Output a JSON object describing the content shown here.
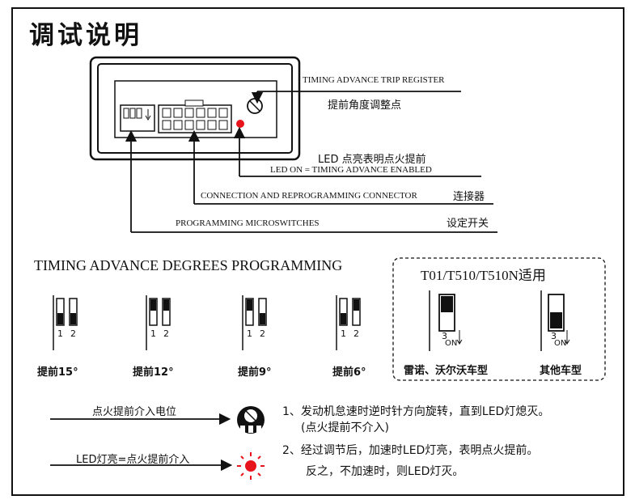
{
  "title": "调试说明",
  "device": {
    "trip_register_label": "TIMING ADVANCE TRIP REGISTER",
    "trip_register_zh": "提前角度调整点",
    "led_zh": "LED 点亮表明点火提前",
    "led_en": "LED ON = TIMING ADVANCE ENABLED",
    "connector_en": "CONNECTION AND REPROGRAMMING CONNECTOR",
    "connector_zh": "连接器",
    "microswitch_en": "PROGRAMMING MICROSWITCHES",
    "microswitch_zh": "设定开关"
  },
  "programming": {
    "heading": "TIMING ADVANCE DEGREES PROGRAMMING",
    "switch_numbers": [
      "1",
      "2"
    ],
    "settings": [
      {
        "label": "提前15°"
      },
      {
        "label": "提前12°"
      },
      {
        "label": "提前9°"
      },
      {
        "label": "提前6°"
      }
    ]
  },
  "models": {
    "heading": "T01/T510/T510N适用",
    "switch_mark": "3",
    "on_mark": "ON",
    "items": [
      {
        "label": "雷诺、沃尔沃车型"
      },
      {
        "label": "其他车型"
      }
    ]
  },
  "legend": {
    "pot_label": "点火提前介入电位",
    "led_label": "LED灯亮=点火提前介入"
  },
  "notes": {
    "line1": "1、发动机怠速时逆时针方向旋转，直到LED灯熄灭。",
    "line1b": "(点火提前不介入)",
    "line2": "2、经过调节后，加速时LED灯亮，表明点火提前。",
    "line2b": "反之，不加速时，则LED灯灭。"
  },
  "colors": {
    "led": "#e8141c",
    "ink": "#111111"
  }
}
